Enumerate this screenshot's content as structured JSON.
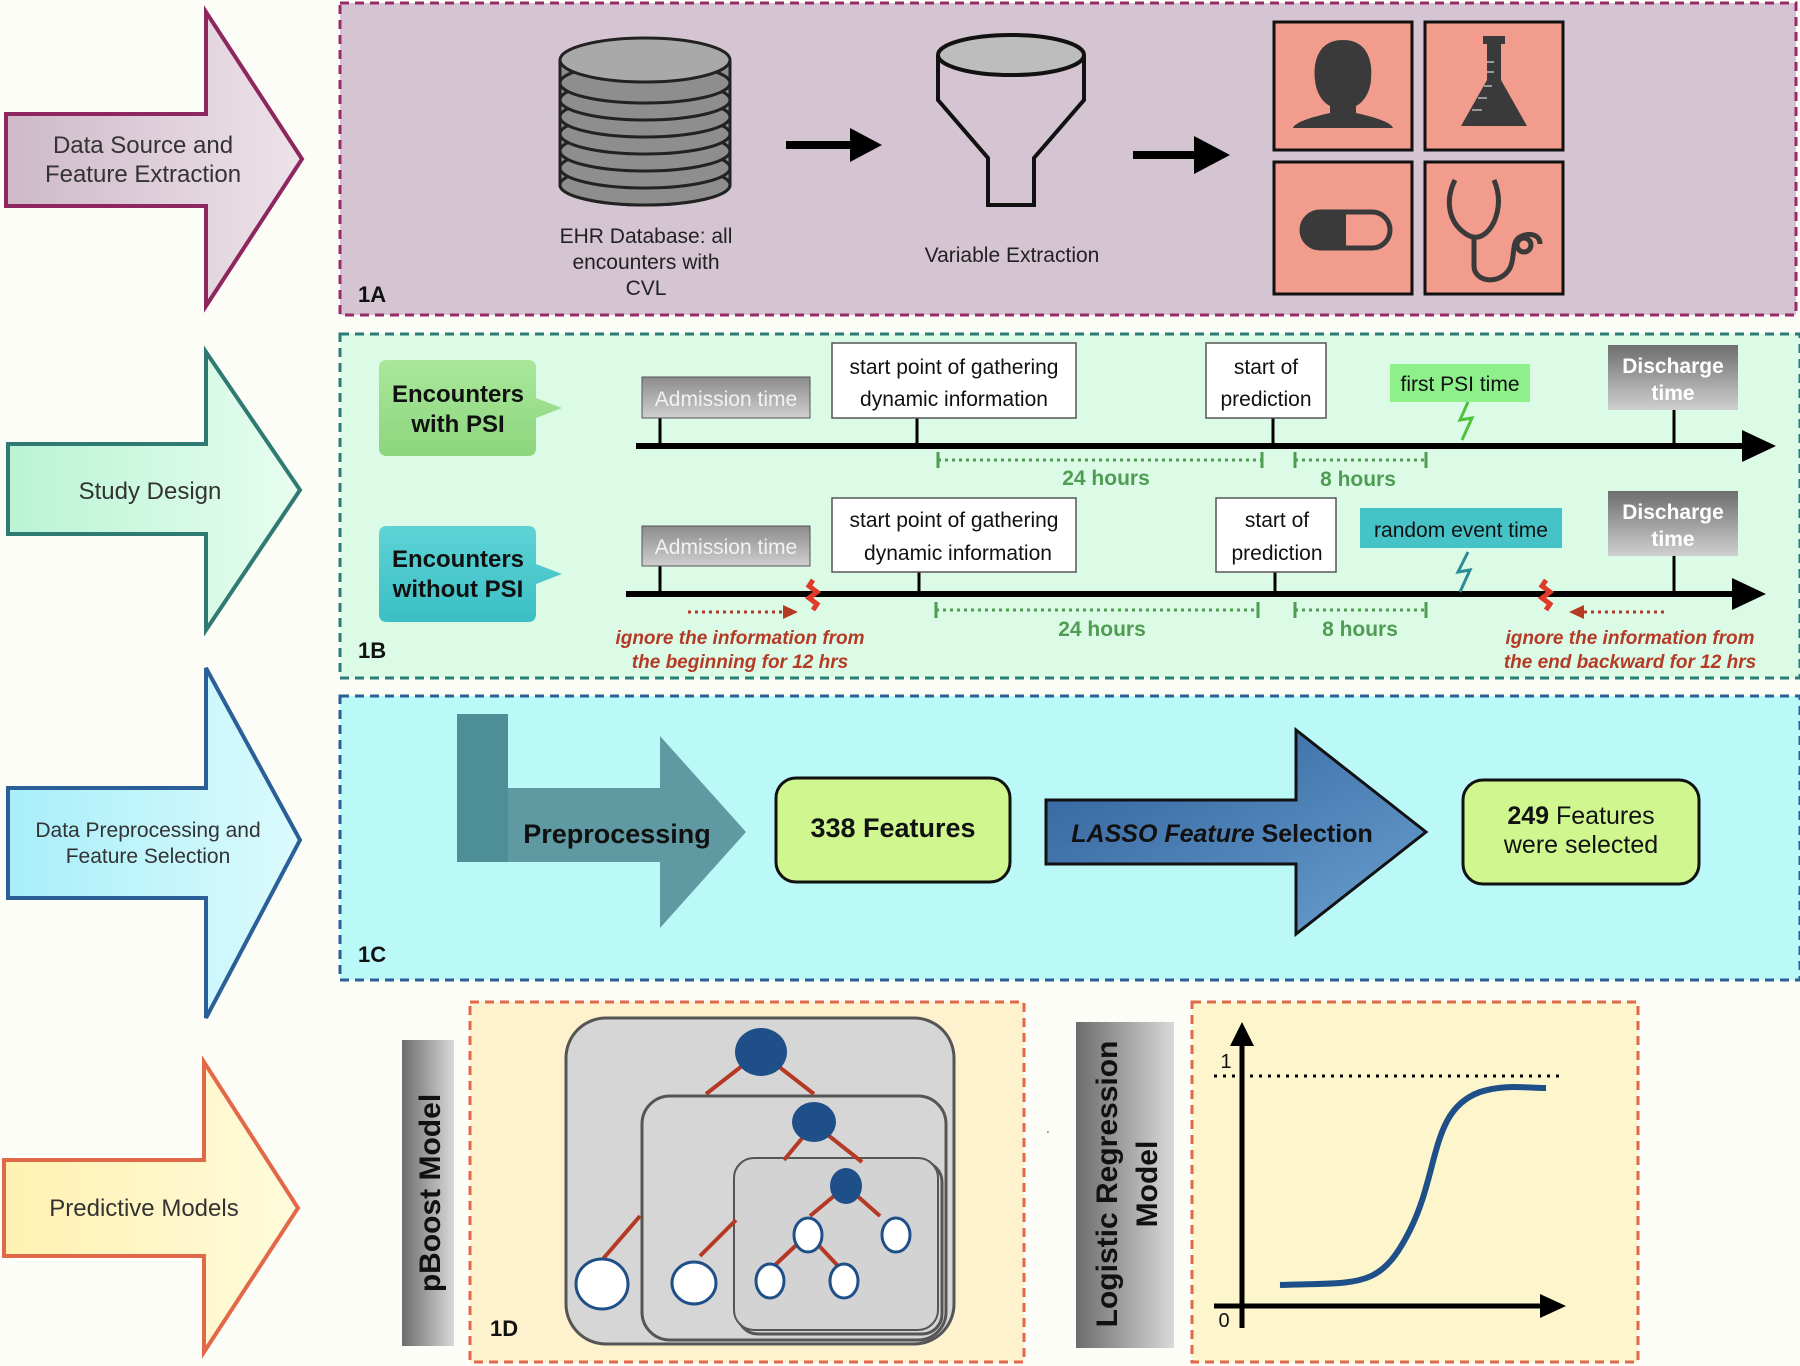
{
  "steps": [
    {
      "label_l1": "Data Source and",
      "label_l2": "Feature Extraction"
    },
    {
      "label": "Study Design"
    },
    {
      "label_l1": "Data Preprocessing and",
      "label_l2": "Feature Selection"
    },
    {
      "label": "Predictive Models"
    }
  ],
  "panel_1a": {
    "tag": "1A",
    "db_l1": "EHR Database: all",
    "db_l2": "encounters with",
    "db_l3": "CVL",
    "extraction": "Variable Extraction"
  },
  "panel_1b": {
    "tag": "1B",
    "with_psi_l1": "Encounters",
    "with_psi_l2": "with PSI",
    "without_psi_l1": "Encounters",
    "without_psi_l2": "without PSI",
    "admission": "Admission time",
    "gather_l1": "start point of gathering",
    "gather_l2": "dynamic information",
    "pred_l1": "start of",
    "pred_l2": "prediction",
    "first_psi": "first PSI time",
    "random_event": "random event time",
    "discharge_l1": "Discharge",
    "discharge_l2": "time",
    "hours24": "24 hours",
    "hours8": "8 hours",
    "ignore_begin_l1": "ignore the information from",
    "ignore_begin_l2": "the beginning for 12 hrs",
    "ignore_end_l1": "ignore the information from",
    "ignore_end_l2": "the end backward for 12 hrs"
  },
  "panel_1c": {
    "tag": "1C",
    "preprocessing": "Preprocessing",
    "features_338": "338 Features",
    "lasso_italic": "LASSO Feature",
    "lasso_rest": " Selection",
    "selected_num": "249",
    "selected_l1_rest": " Features",
    "selected_l2": "were selected"
  },
  "panel_1d": {
    "tag": "1D",
    "pboost": "pBoost Model",
    "lr_l1": "Logistic Regression",
    "lr_l2": "Model",
    "y_one": "1",
    "y_zero": "0"
  },
  "colors": {
    "maroon": "#8e2660",
    "teal": "#2f7a72",
    "blue": "#2a5f97",
    "orange": "#e2684a",
    "panel_1a_bg": "#d5c5d3",
    "panel_1b_bg": "#dcfbe6",
    "panel_1c_bg": "#bbf8f8",
    "panel_1d_bg": "#fdf1ce",
    "icon_bg": "#f19c8c",
    "feature_box": "#cff68f"
  }
}
